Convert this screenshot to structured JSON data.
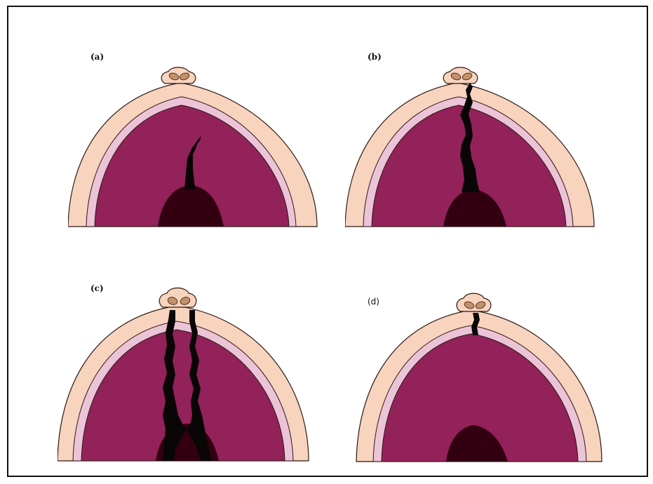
{
  "panels": [
    {
      "id": "a",
      "label": "(a)"
    },
    {
      "id": "b",
      "label": "(b)"
    },
    {
      "id": "c",
      "label": "(c)"
    },
    {
      "id": "d",
      "label": "(d)"
    }
  ],
  "colors": {
    "skin": "#f8d3bd",
    "mucosa_rim": "#ecc4d8",
    "palate": "#93215a",
    "tongue": "#320010",
    "cleft": "#0a0606",
    "nostril": "#c49169",
    "outline": "#2a1a14"
  }
}
